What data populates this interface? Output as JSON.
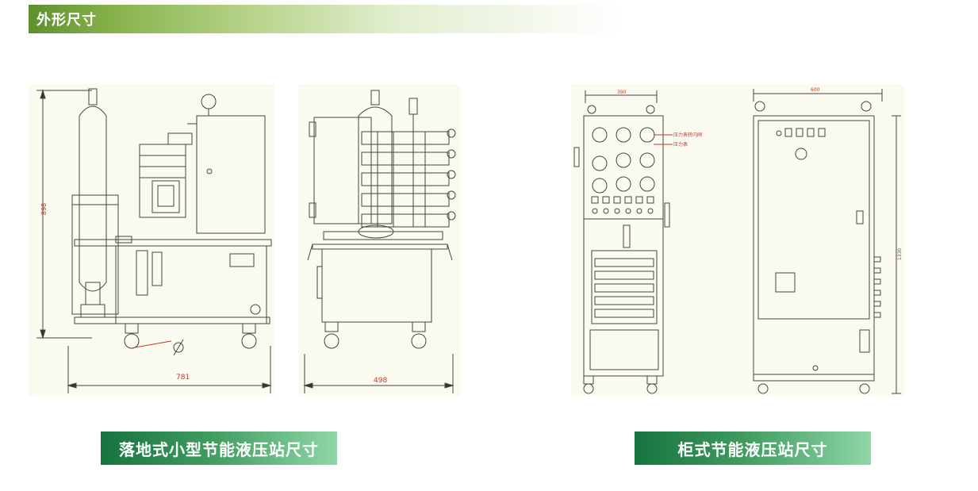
{
  "section": {
    "title": "外形尺寸"
  },
  "drawings": {
    "floor_side": {
      "height_dim": "898",
      "width_dim": "781"
    },
    "floor_front": {
      "width_dim": "498"
    },
    "cabinet_front": {
      "width_dim": "390",
      "label_gauge_switch": "压力表转闪阀",
      "label_gauge": "压力表"
    },
    "cabinet_side": {
      "width_dim": "600",
      "height_dim": "1330"
    }
  },
  "captions": {
    "floor_type": "落地式小型节能液压站尺寸",
    "cabinet_type": "柜式节能液压站尺寸"
  },
  "colors": {
    "header_green": "#5f8f2e",
    "caption_green": "#17733f",
    "drawing_bg": "#fbfaf0",
    "dimension_red": "#c0392b"
  }
}
